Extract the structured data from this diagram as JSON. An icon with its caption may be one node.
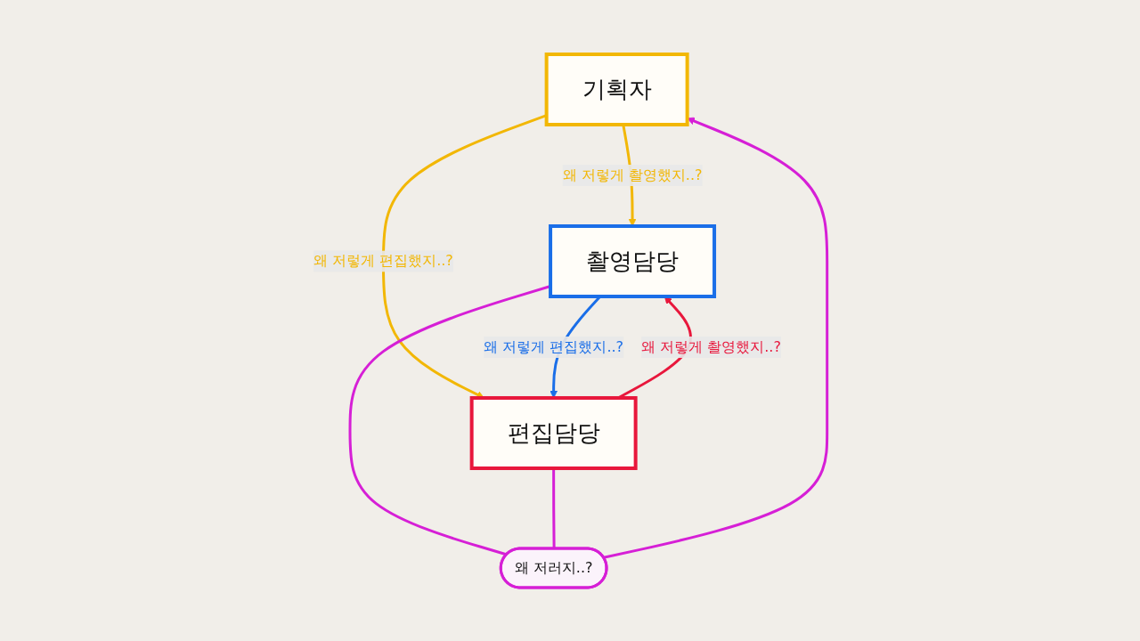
{
  "diagram": {
    "nodes": [
      {
        "text": [
          "기획자"
        ]
      },
      {
        "text": [
          "왜 저러지..?"
        ]
      },
      {
        "text": [
          "촬영담당"
        ]
      },
      {
        "text": [
          "편집담당"
        ]
      }
    ],
    "edges": [
      {
        "from": 0,
        "to": 2,
        "arrow": "to",
        "label": "왜 저렇게 촬영했지..?",
        "color": "#f2b705"
      },
      {
        "from": 0,
        "to": 3,
        "arrow": "to",
        "label": "왜 저렇게 편집했지..?",
        "color": "#f2b705"
      },
      {
        "from": 2,
        "to": 3,
        "arrow": "to",
        "label": "왜 저렇게 편집했지..?",
        "color": "#1a6ee8"
      },
      {
        "from": 3,
        "to": 2,
        "arrow": "to",
        "label": "왜 저렇게 촬영했지..?",
        "color": "#e8173c"
      },
      {
        "from": 2,
        "to": 1,
        "arrow": "none",
        "color": "#d61fd6"
      },
      {
        "from": 3,
        "to": 1,
        "arrow": "none",
        "color": "#d61fd6"
      },
      {
        "from": 1,
        "to": 0,
        "arrow": "to",
        "color": "#d61fd6"
      }
    ]
  }
}
